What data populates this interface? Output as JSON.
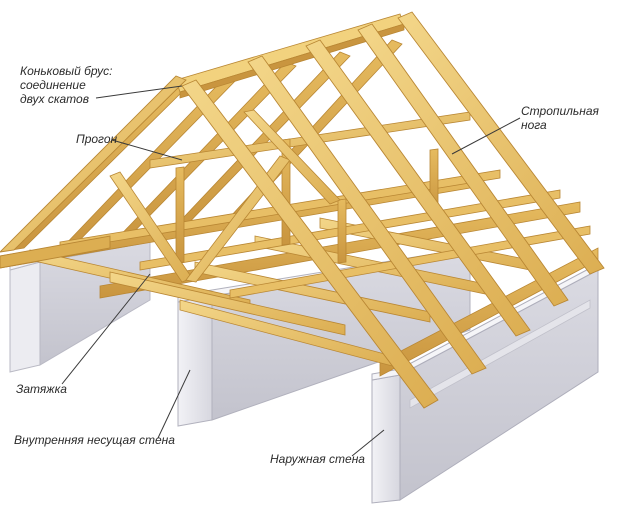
{
  "labels": {
    "ridge": "Коньковый брус:\nсоединение\nдвух скатов",
    "purlin": "Прогон",
    "rafter": "Стропильная\nнога",
    "tie": "Затяжка",
    "inner_wall": "Внутренняя несущая стена",
    "outer_wall": "Наружная стена"
  },
  "colors": {
    "wood_light": "#f0cf7a",
    "wood_mid": "#e2b55a",
    "wood_dark": "#c28f3a",
    "wall_light": "#e9e9ef",
    "wall_mid": "#c9c9d3",
    "wall_dark": "#a9a9b6",
    "leader": "#3a3a3a"
  }
}
